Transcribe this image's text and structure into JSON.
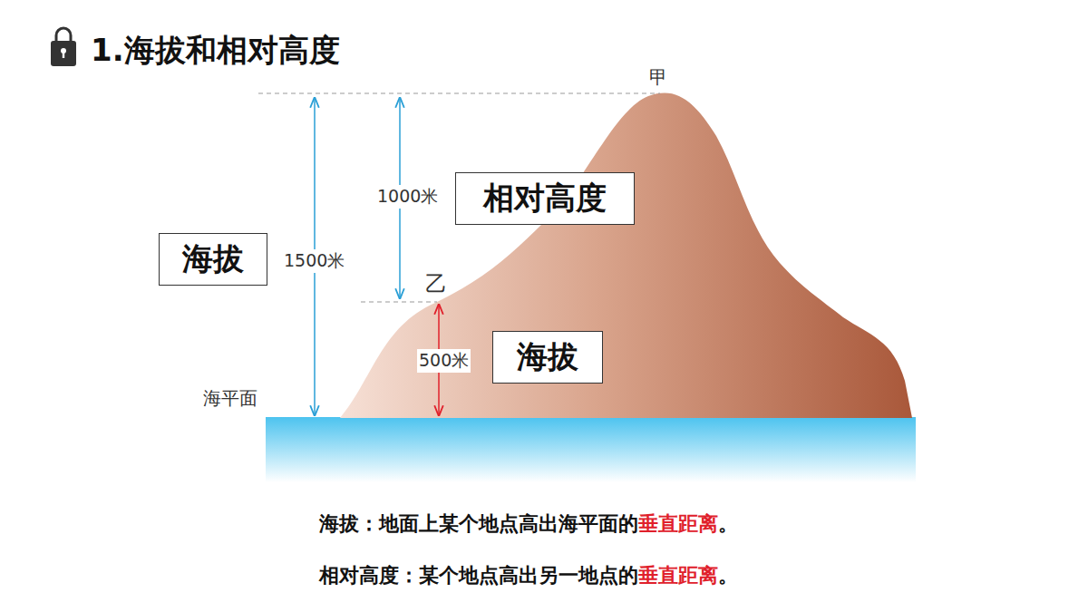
{
  "diagram": {
    "title": "1.海拔和相对高度",
    "nodes": [
      {
        "text": [
          "相对高度"
        ]
      },
      {
        "text": [
          "海拔"
        ]
      },
      {
        "text": [
          "海拔"
        ]
      }
    ],
    "labels": [
      "甲",
      "1000米",
      "1500米",
      "乙",
      "500米",
      "海平面",
      "海拔：地面上某个地点高出海平面的",
      "垂直距离",
      "。",
      "相对高度：某个地点高出另一地点的",
      "垂直距离",
      "。"
    ]
  }
}
